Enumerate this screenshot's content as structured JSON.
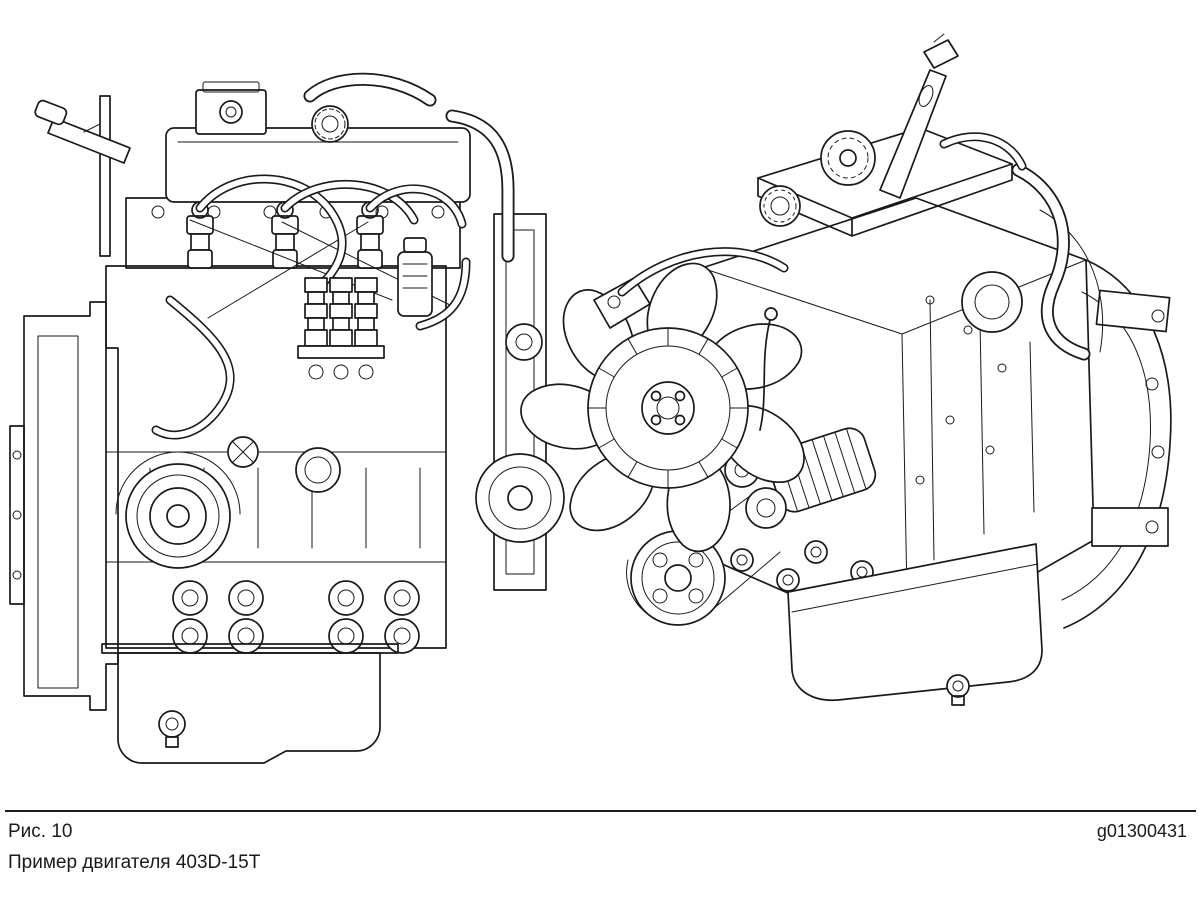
{
  "page": {
    "background_color": "#ffffff",
    "ink_color": "#1a1a1a"
  },
  "figure": {
    "figure_label": "Рис. 10",
    "image_id": "g01300431",
    "caption": "Пример двигателя 403D-15T"
  }
}
